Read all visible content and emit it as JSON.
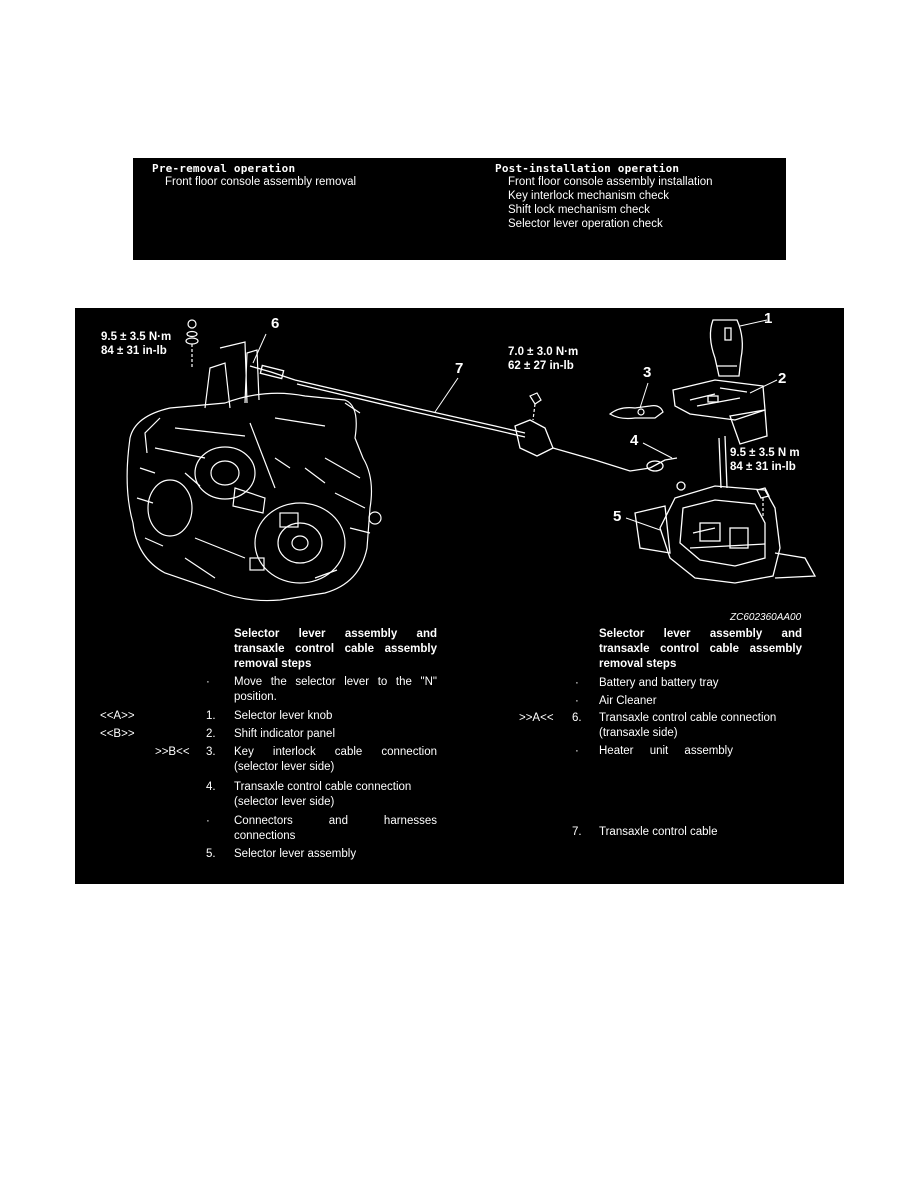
{
  "operations": {
    "pre_removal": {
      "heading": "Pre-removal operation",
      "items": [
        "Front floor console assembly removal"
      ]
    },
    "post_installation": {
      "heading": "Post-installation operation",
      "items": [
        "Front floor console assembly installation",
        "Key interlock mechanism check",
        "Shift lock mechanism check",
        "Selector lever operation check"
      ]
    }
  },
  "diagram": {
    "torque_labels": [
      {
        "line1": "9.5 ± 3.5 N·m",
        "line2": "84 ± 31 in-lb"
      },
      {
        "line1": "7.0 ± 3.0 N·m",
        "line2": "62 ± 27 in-lb"
      },
      {
        "line1": "9.5 ± 3.5 N m",
        "line2": "84 ± 31 in-lb"
      }
    ],
    "callouts": [
      "1",
      "2",
      "3",
      "4",
      "5",
      "6",
      "7"
    ],
    "figure_code": "ZC602360AA00"
  },
  "steps_left": {
    "heading_line1": "Selector lever assembly and",
    "heading_line2": "transaxle control cable assembly",
    "heading_line3": "removal steps",
    "rows": [
      {
        "ref": "",
        "num": "·",
        "line1": "Move the selector lever to the \"N\"",
        "line2": "position."
      },
      {
        "ref": "<<A>>",
        "num": "1.",
        "line1": "Selector lever knob",
        "line2": ""
      },
      {
        "ref": "<<B>>",
        "num": "2.",
        "line1": "Shift indicator panel",
        "line2": ""
      },
      {
        "ref": ">>B<<",
        "num": "3.",
        "line1": "Key interlock cable connection",
        "line2": "(selector lever side)"
      },
      {
        "ref": "",
        "num": "4.",
        "line1": "Transaxle control cable connection",
        "line2": "(selector lever side)"
      },
      {
        "ref": "",
        "num": "·",
        "line1": "Connectors and harnesses",
        "line2": "connections"
      },
      {
        "ref": "",
        "num": "5.",
        "line1": "Selector lever assembly",
        "line2": ""
      }
    ]
  },
  "steps_right": {
    "heading_line1": "Selector lever assembly and",
    "heading_line2": "transaxle control cable assembly",
    "heading_line3": "removal steps",
    "rows": [
      {
        "ref": "",
        "num": "·",
        "line1": "Battery and battery tray",
        "line2": ""
      },
      {
        "ref": "",
        "num": "·",
        "line1": "Air Cleaner",
        "line2": ""
      },
      {
        "ref": ">>A<<",
        "num": "6.",
        "line1": "Transaxle control cable connection",
        "line2": "(transaxle side)"
      },
      {
        "ref": "",
        "num": "·",
        "line1": "Heater unit assembly",
        "line2": ""
      },
      {
        "ref": "",
        "num": "7.",
        "line1": "Transaxle control cable",
        "line2": ""
      }
    ]
  }
}
